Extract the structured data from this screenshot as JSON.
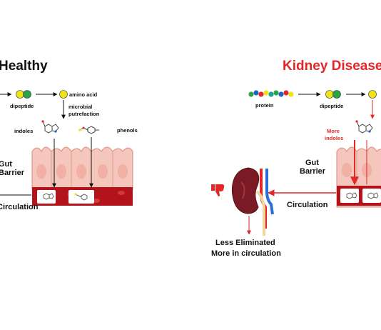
{
  "healthy": {
    "title": "Healthy",
    "dipeptide": "dipeptide",
    "amino_acid": "amino acid",
    "process_line1": "microbial",
    "process_line2": "putrefaction",
    "indoles": "indoles",
    "phenols": "phenols",
    "gut_line1": "Gut",
    "gut_line2": "Barrier",
    "circulation": "Circulation"
  },
  "disease": {
    "title": "Kidney Disease",
    "protein": "protein",
    "dipeptide": "dipeptide",
    "more_indoles_line1": "More",
    "more_indoles_line2": "indoles",
    "gut_line1": "Gut",
    "gut_line2": "Barrier",
    "circulation": "Circulation",
    "outcome_line1": "Less Eliminated",
    "outcome_line2": "More in circulation"
  },
  "colors": {
    "accent_red": "#e32626",
    "text": "#111111",
    "tissue": "#f5c7bc",
    "tissue_edge": "#d88a7c",
    "blood": "#b3141c",
    "yellow": "#f2e21a",
    "green": "#28a645"
  },
  "icons": [
    "thumbs-down-icon",
    "kidney-icon",
    "indole-molecule-icon",
    "phenol-molecule-icon"
  ]
}
